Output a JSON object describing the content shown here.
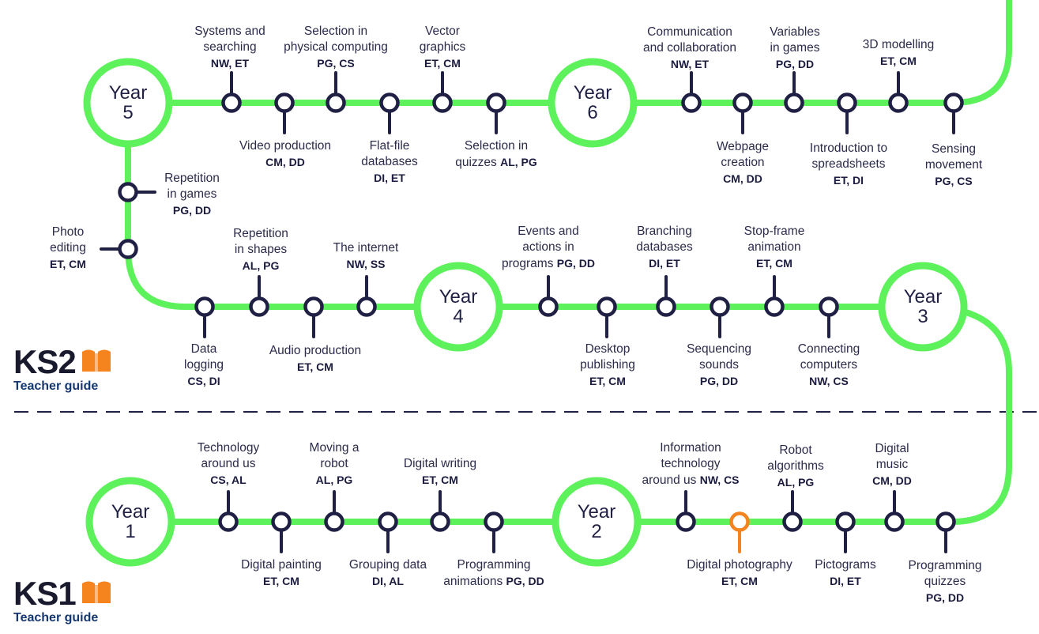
{
  "colors": {
    "track": "#5df25c",
    "stop": "#1f2044",
    "highlight": "#f5841f",
    "book": "#f5841f"
  },
  "years": [
    {
      "id": "y1",
      "line1": "Year",
      "line2": "1"
    },
    {
      "id": "y2",
      "line1": "Year",
      "line2": "2"
    },
    {
      "id": "y3",
      "line1": "Year",
      "line2": "3"
    },
    {
      "id": "y4",
      "line1": "Year",
      "line2": "4"
    },
    {
      "id": "y5",
      "line1": "Year",
      "line2": "5"
    },
    {
      "id": "y6",
      "line1": "Year",
      "line2": "6"
    }
  ],
  "units": [
    {
      "name": "Systems and searching",
      "lines": [
        "Systems and",
        "searching"
      ],
      "codes": "NW, ET",
      "inline": false
    },
    {
      "name": "Selection in physical computing",
      "lines": [
        "Selection in",
        "physical computing"
      ],
      "codes": "PG, CS",
      "inline": false
    },
    {
      "name": "Vector graphics",
      "lines": [
        "Vector",
        "graphics"
      ],
      "codes": "ET, CM",
      "inline": false
    },
    {
      "name": "Video production",
      "lines": [
        "Video production"
      ],
      "codes": "CM, DD",
      "inline": false
    },
    {
      "name": "Flat-file databases",
      "lines": [
        "Flat-file",
        "databases"
      ],
      "codes": "DI, ET",
      "inline": false
    },
    {
      "name": "Selection in quizzes",
      "lines": [
        "Selection in",
        "quizzes"
      ],
      "codes": "AL, PG",
      "inline": true
    },
    {
      "name": "Communication and collaboration",
      "lines": [
        "Communication",
        "and collaboration"
      ],
      "codes": "NW, ET",
      "inline": false
    },
    {
      "name": "Variables in games",
      "lines": [
        "Variables",
        "in games"
      ],
      "codes": "PG, DD",
      "inline": false
    },
    {
      "name": "3D modelling",
      "lines": [
        "3D modelling"
      ],
      "codes": "ET, CM",
      "inline": false
    },
    {
      "name": "Webpage creation",
      "lines": [
        "Webpage",
        "creation"
      ],
      "codes": "CM, DD",
      "inline": false
    },
    {
      "name": "Introduction to spreadsheets",
      "lines": [
        "Introduction to",
        "spreadsheets"
      ],
      "codes": "ET, DI",
      "inline": false
    },
    {
      "name": "Sensing movement",
      "lines": [
        "Sensing",
        "movement"
      ],
      "codes": "PG, CS",
      "inline": false
    },
    {
      "name": "Repetition in games",
      "lines": [
        "Repetition",
        "in games"
      ],
      "codes": "PG, DD",
      "inline": false
    },
    {
      "name": "Photo editing",
      "lines": [
        "Photo",
        "editing"
      ],
      "codes": "ET, CM",
      "inline": false
    },
    {
      "name": "Repetition in shapes",
      "lines": [
        "Repetition",
        "in shapes"
      ],
      "codes": "AL, PG",
      "inline": false
    },
    {
      "name": "The internet",
      "lines": [
        "The internet"
      ],
      "codes": "NW, SS",
      "inline": false
    },
    {
      "name": "Data logging",
      "lines": [
        "Data",
        "logging"
      ],
      "codes": "CS, DI",
      "inline": false
    },
    {
      "name": "Audio production",
      "lines": [
        "Audio production"
      ],
      "codes": "ET, CM",
      "inline": false
    },
    {
      "name": "Events and actions in programs",
      "lines": [
        "Events and",
        "actions in",
        "programs"
      ],
      "codes": "PG, DD",
      "inline": true
    },
    {
      "name": "Branching databases",
      "lines": [
        "Branching",
        "databases"
      ],
      "codes": "DI, ET",
      "inline": false
    },
    {
      "name": "Stop-frame animation",
      "lines": [
        "Stop-frame",
        "animation"
      ],
      "codes": "ET, CM",
      "inline": false
    },
    {
      "name": "Desktop publishing",
      "lines": [
        "Desktop",
        "publishing"
      ],
      "codes": "ET, CM",
      "inline": false
    },
    {
      "name": "Sequencing sounds",
      "lines": [
        "Sequencing",
        "sounds"
      ],
      "codes": "PG, DD",
      "inline": false
    },
    {
      "name": "Connecting computers",
      "lines": [
        "Connecting",
        "computers"
      ],
      "codes": "NW, CS",
      "inline": false
    },
    {
      "name": "Technology around us",
      "lines": [
        "Technology",
        "around us"
      ],
      "codes": "CS, AL",
      "inline": false
    },
    {
      "name": "Moving a robot",
      "lines": [
        "Moving a",
        "robot"
      ],
      "codes": "AL, PG",
      "inline": false
    },
    {
      "name": "Digital writing",
      "lines": [
        "Digital writing"
      ],
      "codes": "ET, CM",
      "inline": false
    },
    {
      "name": "Digital painting",
      "lines": [
        "Digital painting"
      ],
      "codes": "ET, CM",
      "inline": false
    },
    {
      "name": "Grouping data",
      "lines": [
        "Grouping data"
      ],
      "codes": "DI, AL",
      "inline": false
    },
    {
      "name": "Programming animations",
      "lines": [
        "Programming",
        "animations"
      ],
      "codes": "PG, DD",
      "inline": true
    },
    {
      "name": "Information technology around us",
      "lines": [
        "Information",
        "technology",
        "around us"
      ],
      "codes": "NW, CS",
      "inline": true
    },
    {
      "name": "Robot algorithms",
      "lines": [
        "Robot",
        "algorithms"
      ],
      "codes": "AL, PG",
      "inline": false
    },
    {
      "name": "Digital music",
      "lines": [
        "Digital",
        "music"
      ],
      "codes": "CM, DD",
      "inline": false
    },
    {
      "name": "Digital photography",
      "lines": [
        "Digital photography"
      ],
      "codes": "ET, CM",
      "inline": false,
      "highlight": true
    },
    {
      "name": "Pictograms",
      "lines": [
        "Pictograms"
      ],
      "codes": "DI, ET",
      "inline": false
    },
    {
      "name": "Programming quizzes",
      "lines": [
        "Programming",
        "quizzes"
      ],
      "codes": "PG, DD",
      "inline": false
    }
  ],
  "key_stages": [
    {
      "id": "ks2",
      "title": "KS2",
      "guide": "Teacher guide"
    },
    {
      "id": "ks1",
      "title": "KS1",
      "guide": "Teacher guide"
    }
  ]
}
